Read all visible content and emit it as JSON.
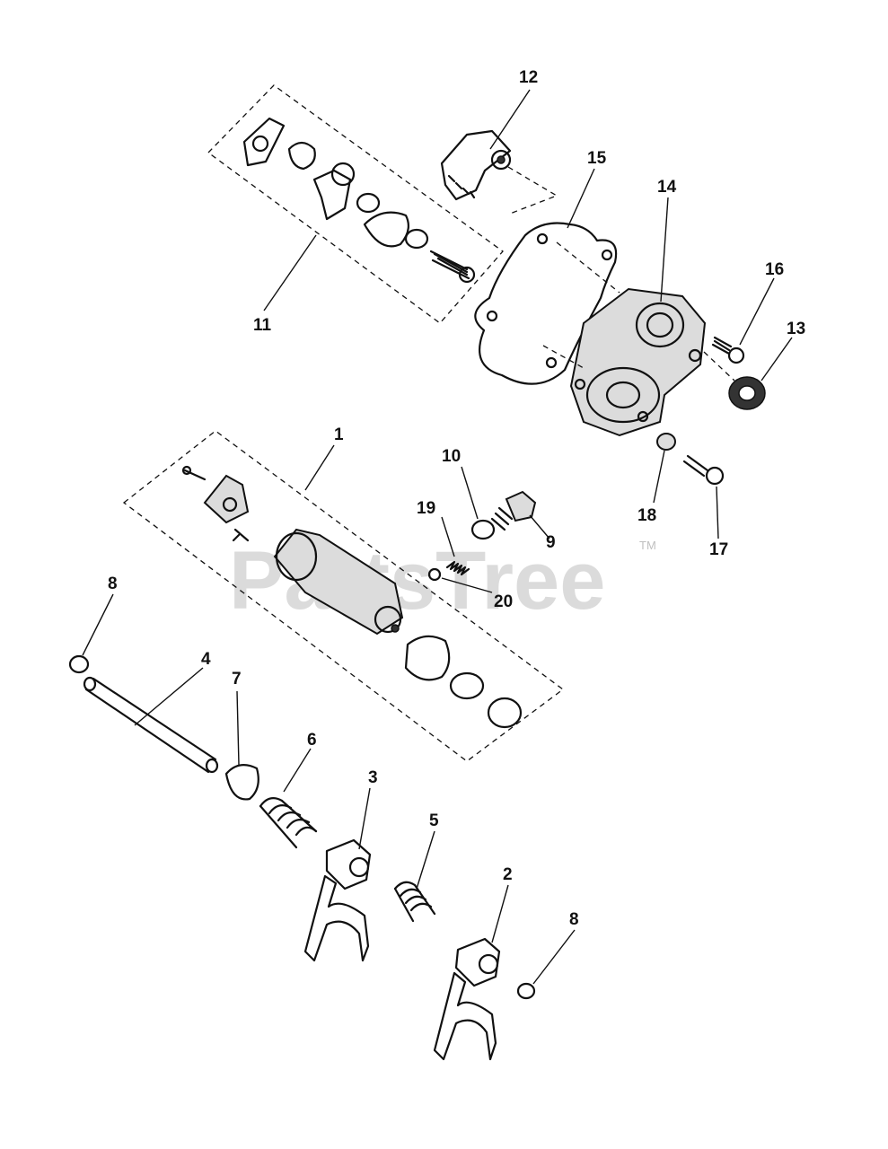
{
  "watermark": {
    "text": "PartsTree",
    "trademark": "TM"
  },
  "callouts": [
    "1",
    "2",
    "3",
    "4",
    "5",
    "6",
    "7",
    "8",
    "8",
    "9",
    "10",
    "11",
    "12",
    "13",
    "14",
    "15",
    "16",
    "17",
    "18",
    "19",
    "20"
  ]
}
